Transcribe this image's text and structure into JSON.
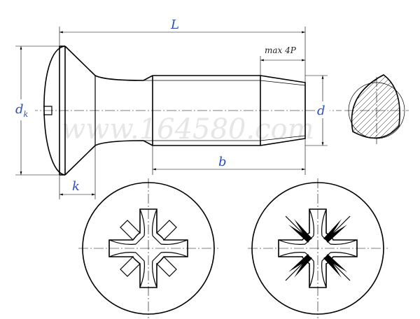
{
  "labels": {
    "length": "L",
    "head_diameter": "d",
    "head_diameter_sub": "k",
    "thread_diameter": "d",
    "thread_length": "b",
    "head_height": "k",
    "tip_note": "max 4P"
  },
  "watermark": "www.164580.com",
  "colors": {
    "label": "#2b4fb8",
    "line": "#000000",
    "watermark": "#e6e6e6"
  }
}
